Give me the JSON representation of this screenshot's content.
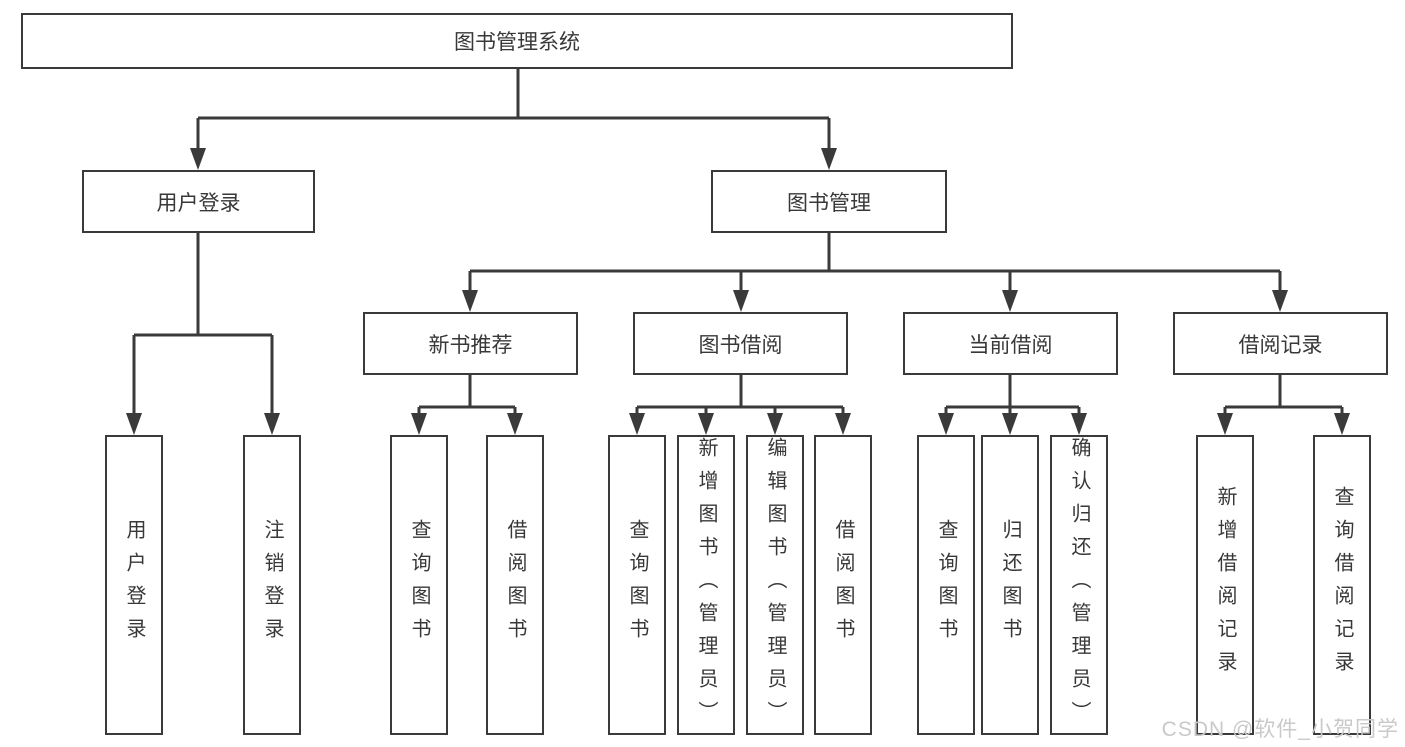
{
  "diagram": {
    "type": "hierarchy-tree",
    "tree": {
      "label": "图书管理系统",
      "children": [
        {
          "label": "用户登录",
          "children": [
            {
              "label": "用户登录"
            },
            {
              "label": "注销登录"
            }
          ]
        },
        {
          "label": "图书管理",
          "children": [
            {
              "label": "新书推荐",
              "children": [
                {
                  "label": "查询图书"
                },
                {
                  "label": "借阅图书"
                }
              ]
            },
            {
              "label": "图书借阅",
              "children": [
                {
                  "label": "查询图书"
                },
                {
                  "label": "新增图书（管理员）"
                },
                {
                  "label": "编辑图书（管理员）"
                },
                {
                  "label": "借阅图书"
                }
              ]
            },
            {
              "label": "当前借阅",
              "children": [
                {
                  "label": "查询图书"
                },
                {
                  "label": "归还图书"
                },
                {
                  "label": "确认归还（管理员）"
                }
              ]
            },
            {
              "label": "借阅记录",
              "children": [
                {
                  "label": "新增借阅记录"
                },
                {
                  "label": "查询借阅记录"
                }
              ]
            }
          ]
        }
      ]
    },
    "colors": {
      "line": "#3a3a3a",
      "box_border": "#3a3a3a",
      "text": "#383838",
      "background": "#ffffff",
      "watermark": "#c9c9c9"
    }
  },
  "watermark": {
    "text": "CSDN @软件_小贺同学"
  }
}
